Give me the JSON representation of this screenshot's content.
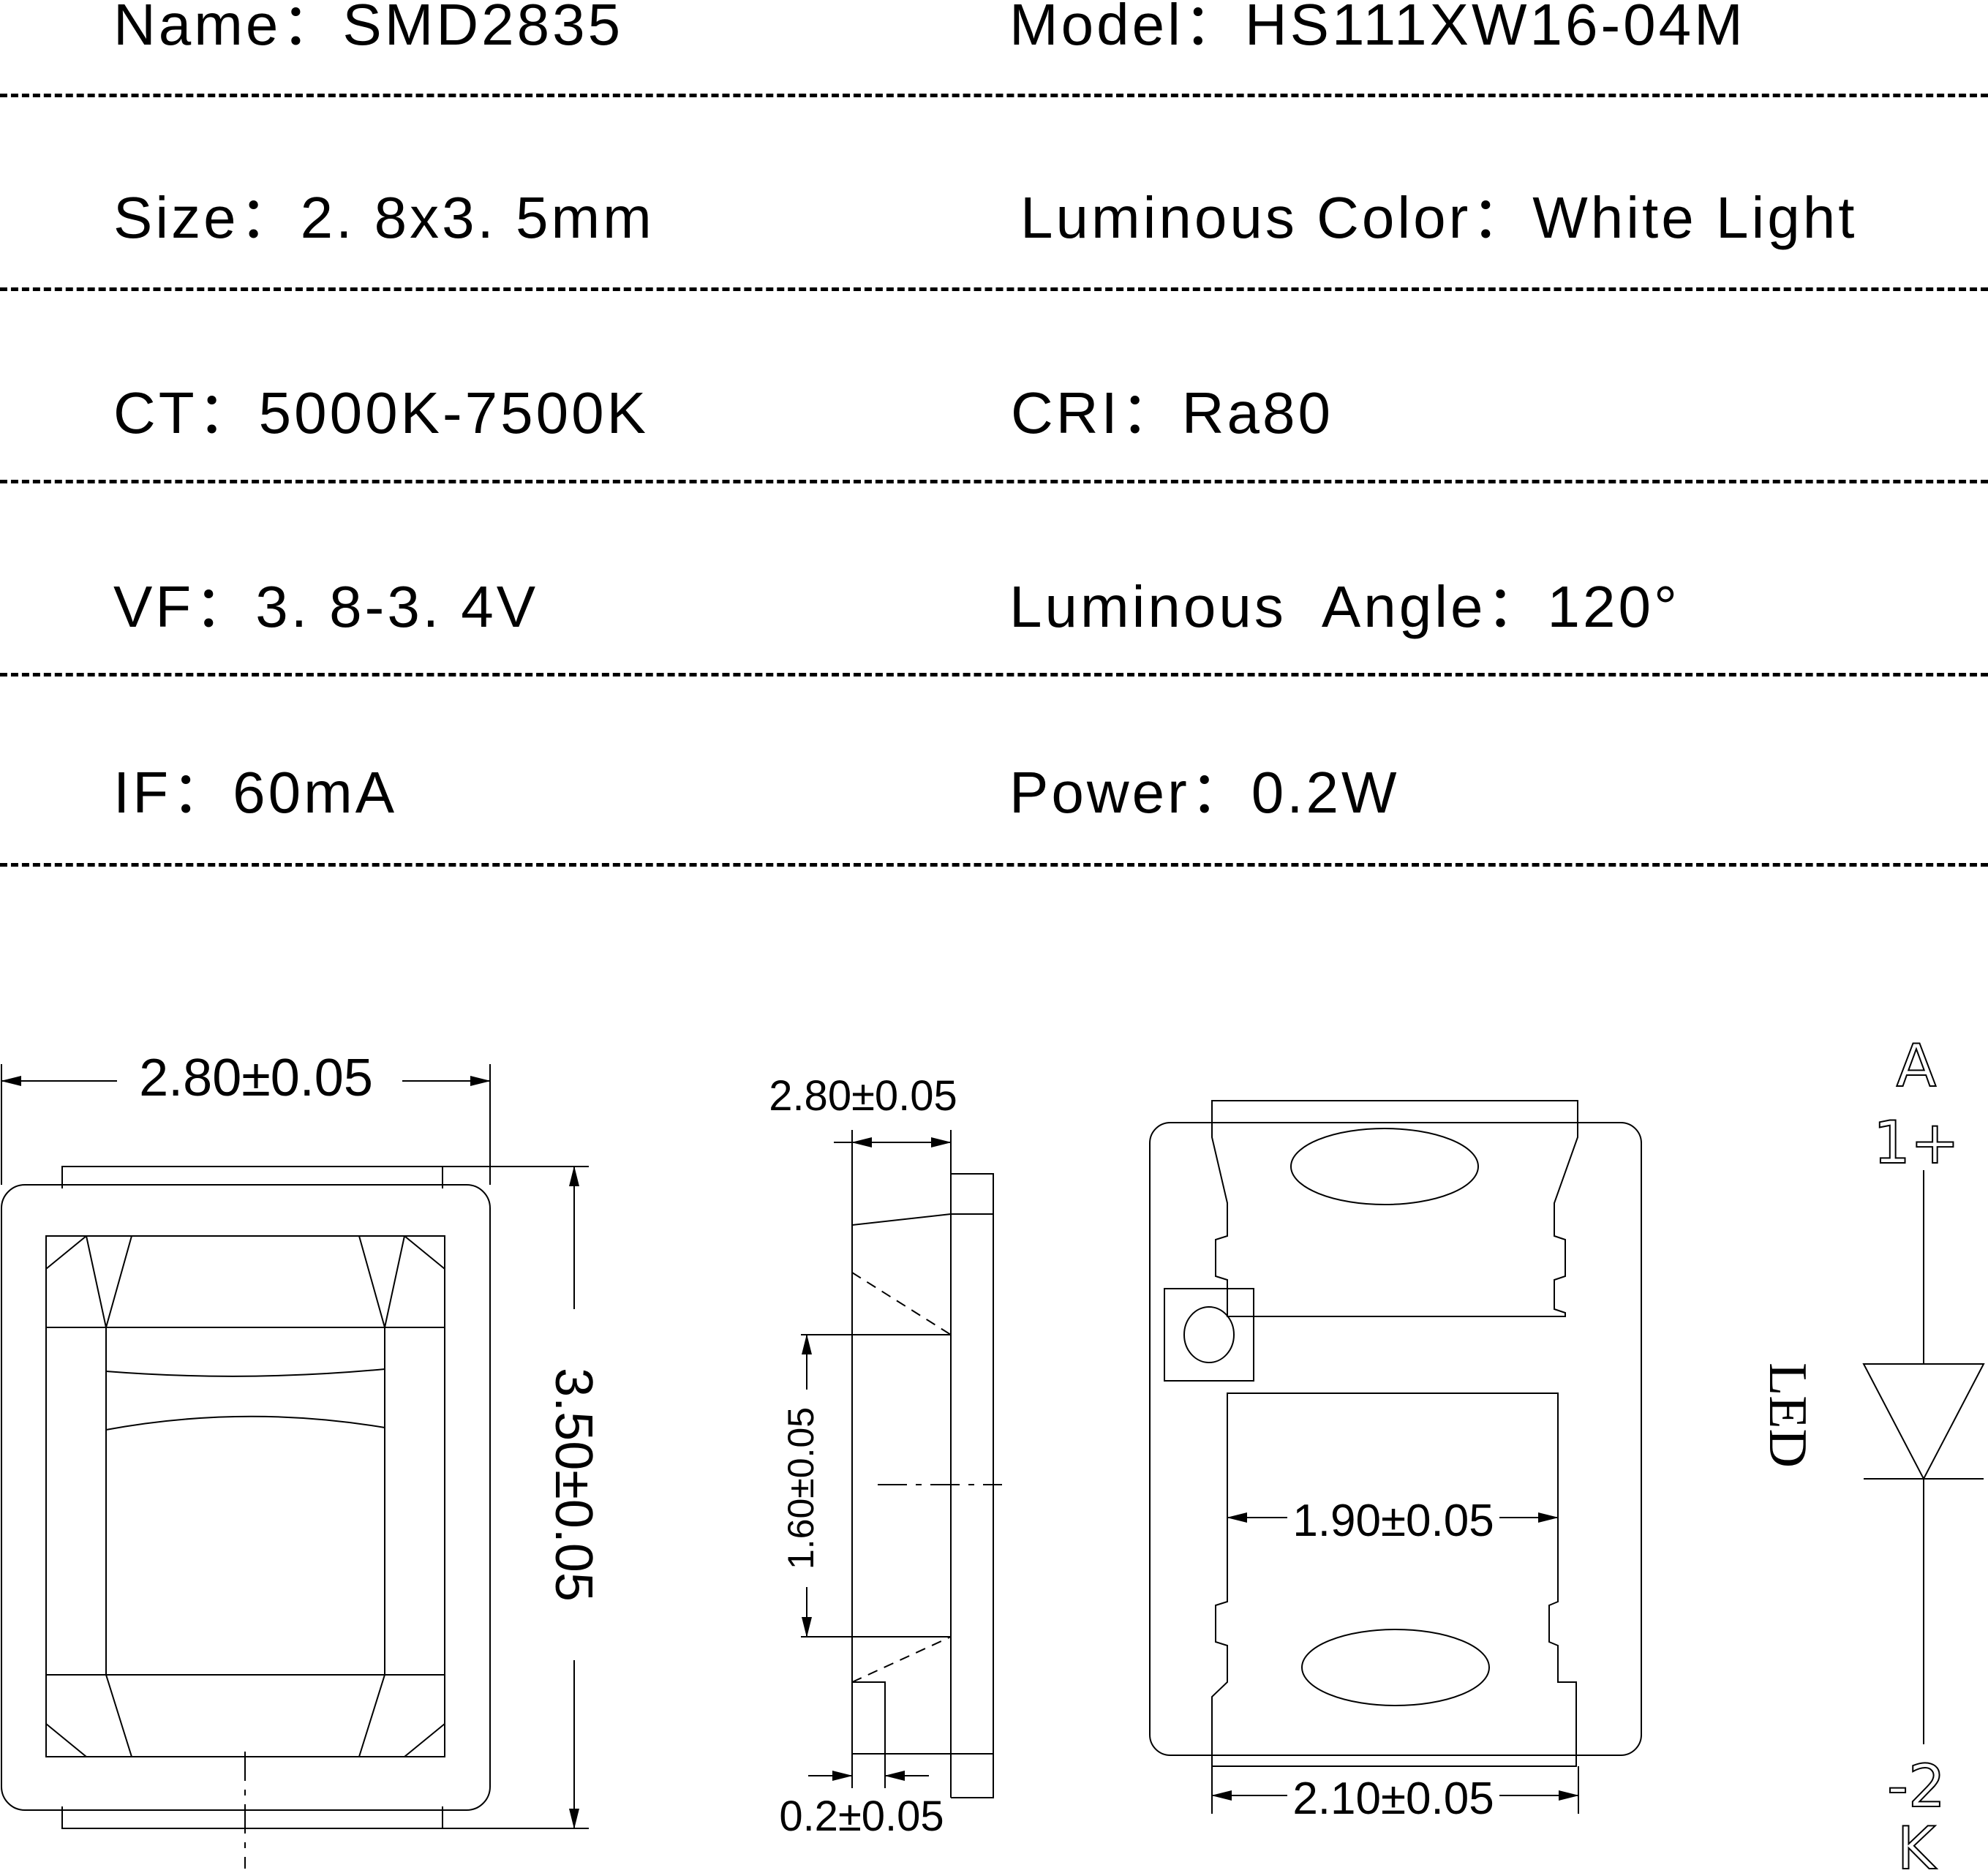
{
  "specs": {
    "name": {
      "label": "Name",
      "sep": "：",
      "value": "SMD2835"
    },
    "model": {
      "label": "Model",
      "sep": "：",
      "value": "HS111XW16-04M"
    },
    "size": {
      "label": "Size",
      "sep": "：",
      "value": "2. 8x3. 5mm"
    },
    "color": {
      "label": "Luminous Color",
      "sep": "：",
      "value": "White Light"
    },
    "ct": {
      "label": "CT",
      "sep": "：",
      "value": "5000K-7500K"
    },
    "cri": {
      "label": "CRI",
      "sep": "：",
      "value": "Ra80"
    },
    "vf": {
      "label": "VF",
      "sep": "：",
      "value": "3. 8-3. 4V"
    },
    "angle": {
      "label": "Luminous  Angle",
      "sep": "：",
      "value": "120°"
    },
    "if": {
      "label": "IF",
      "sep": "：",
      "value": "60mA"
    },
    "power": {
      "label": "Power",
      "sep": "：",
      "value": "0.2W"
    }
  },
  "dimensions": {
    "top_width": "2.80±0.05",
    "top_height": "3.50±0.05",
    "side_width": "2.80±0.05",
    "side_height": "1.60±0.05",
    "side_thickness": "0.2±0.05",
    "bottom_pad_width": "1.90±0.05",
    "bottom_total_width": "2.10±0.05"
  },
  "symbol": {
    "anode": "A",
    "pin1": "1+",
    "name": "LED",
    "pin2": "-2",
    "cathode": "K"
  }
}
